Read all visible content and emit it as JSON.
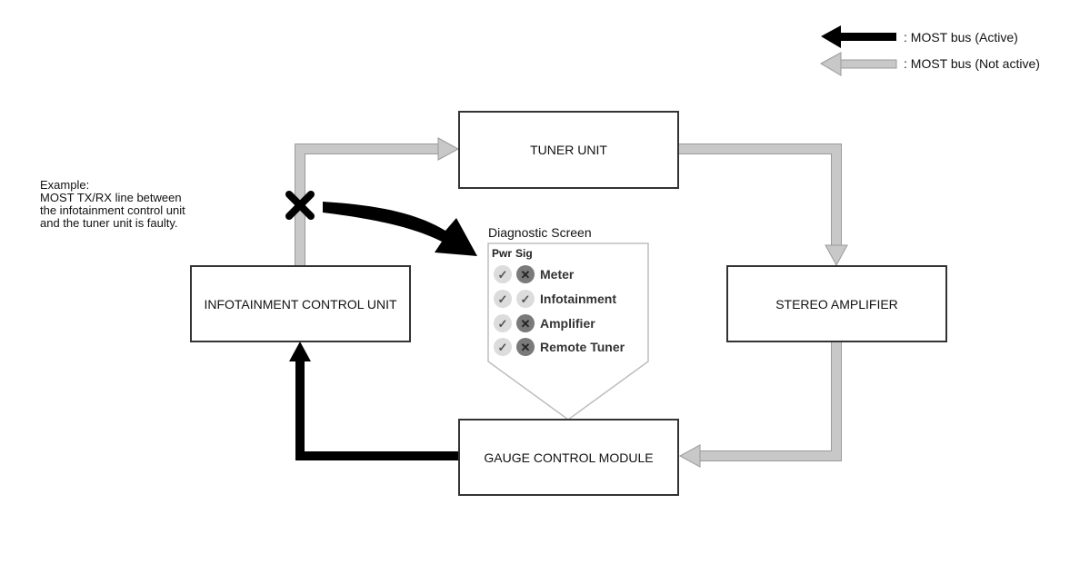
{
  "legend": {
    "active_label": ": MOST bus (Active)",
    "inactive_label": ": MOST bus (Not active)"
  },
  "units": {
    "tuner": "TUNER UNIT",
    "infotainment": "INFOTAINMENT CONTROL UNIT",
    "stereo": "STEREO AMPLIFIER",
    "gauge": "GAUGE CONTROL MODULE"
  },
  "example": {
    "lines": [
      "Example:",
      "MOST TX/RX line between",
      "the infotainment control unit",
      "and the tuner unit is faulty."
    ]
  },
  "diagnostic": {
    "title": "Diagnostic Screen",
    "header_pwr": "Pwr",
    "header_sig": "Sig",
    "rows": [
      {
        "label": "Meter",
        "pwr": "ok",
        "sig": "fail"
      },
      {
        "label": "Infotainment",
        "pwr": "ok",
        "sig": "ok"
      },
      {
        "label": "Amplifier",
        "pwr": "ok",
        "sig": "fail"
      },
      {
        "label": "Remote Tuner",
        "pwr": "ok",
        "sig": "fail"
      }
    ],
    "icons": {
      "ok": "✓",
      "fail": "✕"
    }
  },
  "colors": {
    "active": "#000000",
    "inactive": "#c8c8c8",
    "inactive_edge": "#9a9a9a"
  }
}
